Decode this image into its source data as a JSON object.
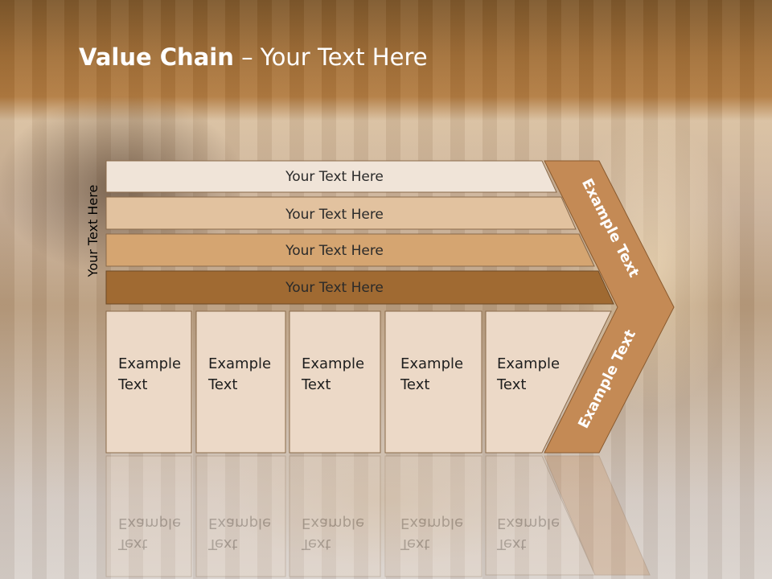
{
  "title": {
    "bold": "Value Chain",
    "rest": " – Your Text Here"
  },
  "vertical_label": "Your Text Here",
  "bands": [
    {
      "label": "Your Text Here",
      "color": "#f0e4d8"
    },
    {
      "label": "Your Text Here",
      "color": "#e2c29f"
    },
    {
      "label": "Your Text Here",
      "color": "#d5a571"
    },
    {
      "label": "Your Text Here",
      "color": "#a06a32"
    }
  ],
  "columns": [
    {
      "line1": "Example",
      "line2": "Text"
    },
    {
      "line1": "Example",
      "line2": "Text"
    },
    {
      "line1": "Example",
      "line2": "Text"
    },
    {
      "line1": "Example",
      "line2": "Text"
    },
    {
      "line1": "Example",
      "line2": "Text"
    }
  ],
  "arrow": {
    "upper_label": "Example Text",
    "lower_label": "Example Text",
    "color": "#c48a55"
  },
  "colors": {
    "column_fill": "#ecd9c7",
    "outline": "#8a6a4a"
  }
}
